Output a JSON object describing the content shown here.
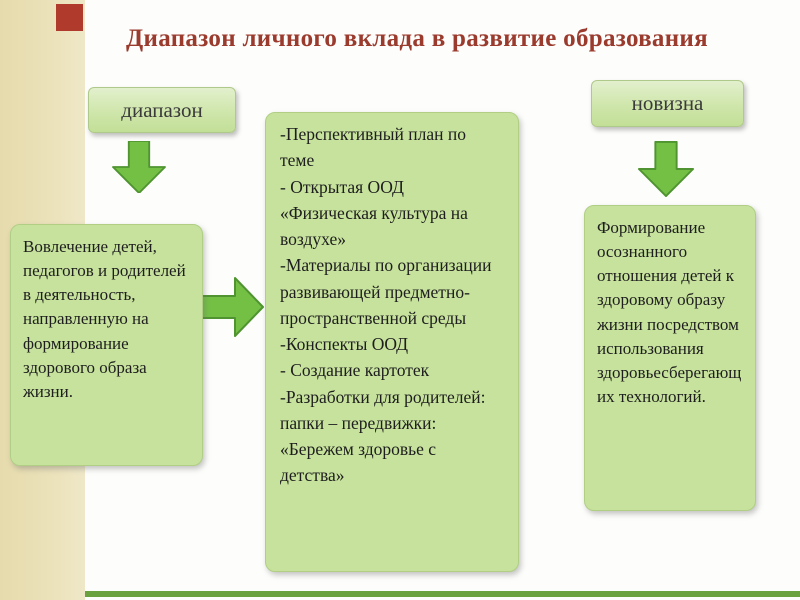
{
  "slide": {
    "title": "Диапазон личного вклада в развитие образования"
  },
  "diapason": {
    "label": "диапазон",
    "content": "Вовлечение детей, педагогов и родителей в деятельность, направленную на формирование здорового образа жизни."
  },
  "novizna": {
    "label": "новизна",
    "content": "Формирование осознанного отношения детей к здоровому образу жизни посредством использования здоровьесберегающих технологий."
  },
  "center": {
    "items": [
      "-Перспективный план по теме",
      "- Открытая ООД «Физическая культура на воздухе»",
      "-Материалы по организации развивающей предметно-пространственной среды",
      "-Конспекты ООД",
      "- Создание картотек",
      "-Разработки для родителей: папки – передвижки: «Бережем здоровье с детства»"
    ]
  },
  "colors": {
    "title_text": "#9a3b2e",
    "box_fill": "#c6e29c",
    "label_box_fill": "#c2df97",
    "arrow_fill": "#74c045",
    "arrow_stroke": "#4f9430",
    "sidebar_strip": "#e8deb2",
    "accent_square": "#b03a2c",
    "bottom_line": "#69a23e"
  }
}
